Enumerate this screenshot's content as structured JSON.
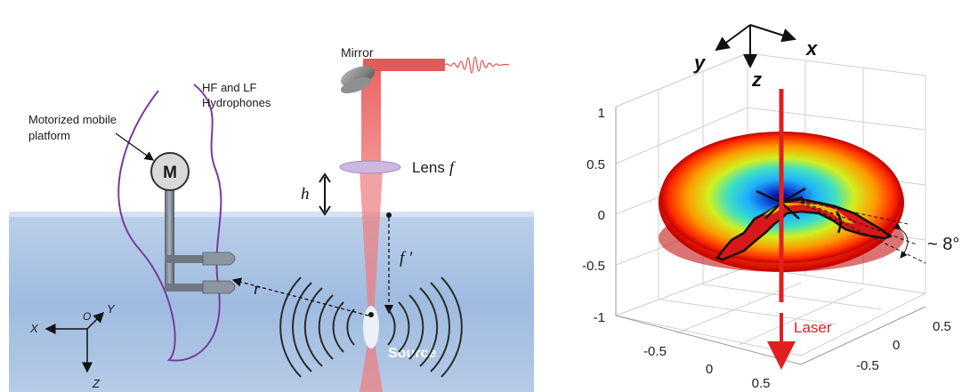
{
  "left_panel": {
    "labels": {
      "mirror": "Mirror",
      "hydrophones_line1": "HF and LF",
      "hydrophones_line2": "Hydrophones",
      "platform_line1": "Motorized mobile",
      "platform_line2": "platform",
      "motor": "M",
      "lens": "Lens",
      "lens_focal": "f",
      "height": "h",
      "distance": "r",
      "focal_depth": "f '",
      "source": "Source",
      "axis_x": "X",
      "axis_y": "Y",
      "axis_z": "Z",
      "origin": "O"
    },
    "colors": {
      "water": "#9db9dc",
      "water_top": "#c4d6ec",
      "laser": "#e03a3a",
      "hydrophone_wire": "#7a3aa0",
      "motor_fill": "#d9d9d9",
      "lens_fill": "#cdb8e0"
    }
  },
  "right_panel": {
    "labels": {
      "axis_x": "x",
      "axis_y": "y",
      "axis_z": "z",
      "laser": "Laser",
      "angle": "~ 8°"
    },
    "vertical_ticks": [
      "1",
      "0.5",
      "0",
      "-0.5",
      "-1"
    ],
    "front_ticks": [
      "-0.5",
      "0",
      "0.5"
    ],
    "side_ticks": [
      "0.5",
      "0",
      "-0.5"
    ],
    "colors": {
      "laser": "#e02020",
      "laser_label": "#e02020"
    }
  }
}
